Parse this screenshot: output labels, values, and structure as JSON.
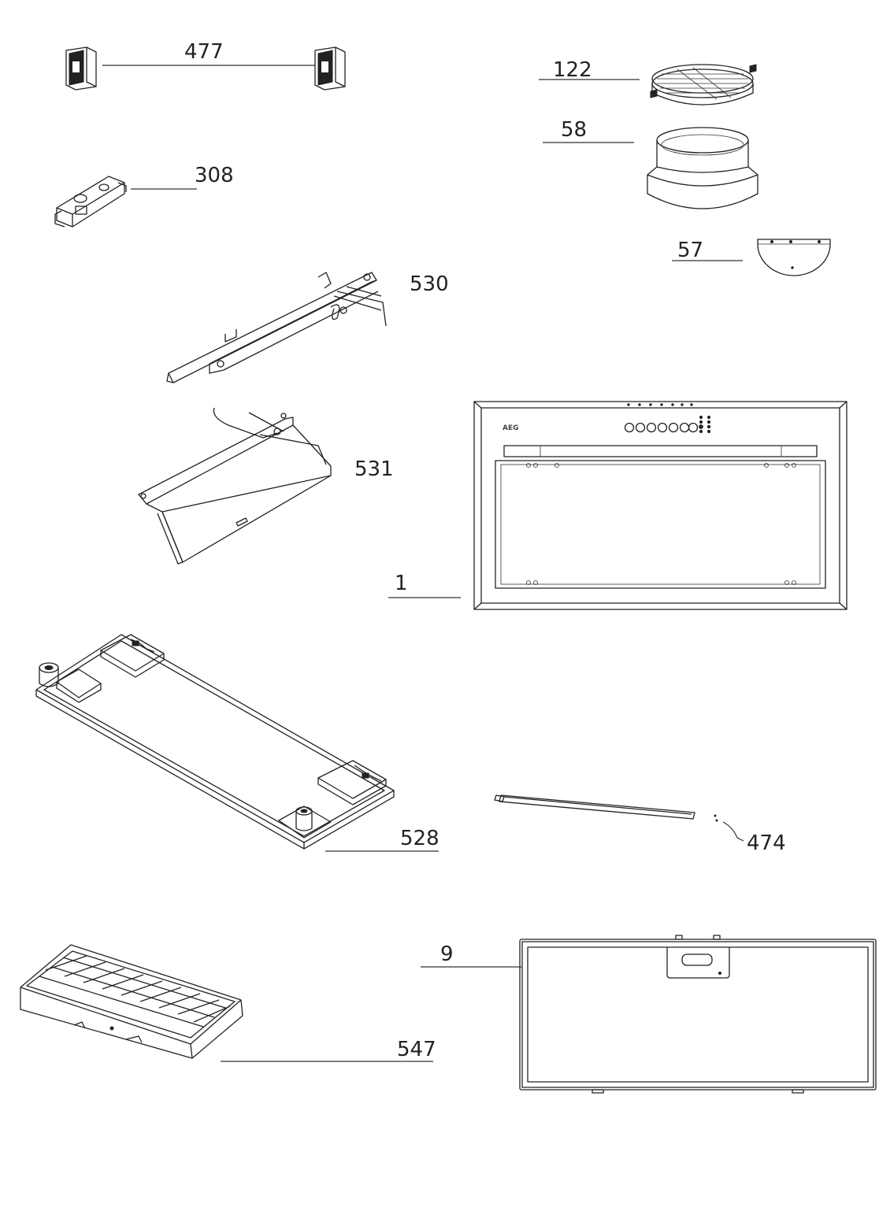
{
  "parts": [
    {
      "id": "label-477",
      "text": "477"
    },
    {
      "id": "label-122",
      "text": "122"
    },
    {
      "id": "label-58",
      "text": "58"
    },
    {
      "id": "label-308",
      "text": "308"
    },
    {
      "id": "label-57",
      "text": "57"
    },
    {
      "id": "label-530",
      "text": "530"
    },
    {
      "id": "label-531",
      "text": "531"
    },
    {
      "id": "label-1",
      "text": "1"
    },
    {
      "id": "label-528",
      "text": "528"
    },
    {
      "id": "label-474",
      "text": "474"
    },
    {
      "id": "label-9",
      "text": "9"
    },
    {
      "id": "label-547",
      "text": "547"
    }
  ],
  "hood_panel": {
    "brand": "AEG"
  }
}
